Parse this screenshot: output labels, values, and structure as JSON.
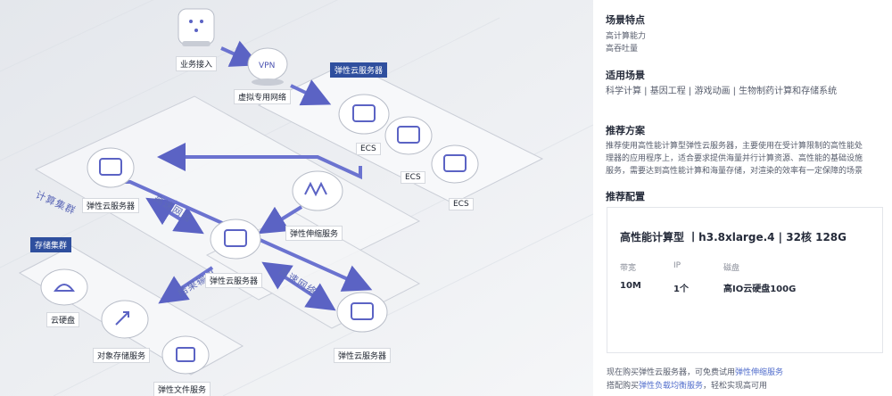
{
  "diagram": {
    "nodes": {
      "business_access": "业务接入",
      "vpn": "虚拟专用网络",
      "ecs_a": "ECS",
      "ecs_b": "ECS",
      "ecs_c": "ECS",
      "ecs_group_top": "弹性云服务器",
      "cluster_ecs": "弹性云服务器",
      "autoscaling": "弹性伸缩服务",
      "center_ecs": "弹性云服务器",
      "bottom_ecs": "弹性云服务器",
      "cloud_disk": "云硬盘",
      "obs": "对象存储服务",
      "sfs": "弹性文件服务"
    },
    "vpn_icon_text": "VPN",
    "tags": {
      "ecs_group": "弹性云服务器",
      "storage_cluster": "存储集群"
    },
    "zones": {
      "compute_cluster": "计算集群"
    },
    "flow_labels": {
      "highspeed_1": "高速网络",
      "highspeed_2": "高速网络",
      "result_output": "结果输出"
    }
  },
  "panel": {
    "features_title": "场景特点",
    "features": [
      "高计算能力",
      "高吞吐量"
    ],
    "scenarios_title": "适用场景",
    "scenarios": "科学计算 | 基因工程 | 游戏动画 | 生物制药计算和存储系统",
    "solution_title": "推荐方案",
    "solution_lines": [
      "推荐使用高性能计算型弹性云服务器，主要使用在受计算限制的高性能处",
      "理器的应用程序上，适合要求提供海量并行计算资源、高性能的基础设施",
      "服务，需要达到高性能计算和海量存储，对渲染的效率有一定保障的场景"
    ],
    "config_title": "推荐配置",
    "card": {
      "title": "高性能计算型 丨h3.8xlarge.4 | 32核 128G",
      "bandwidth_label": "带宽",
      "bandwidth_value": "10M",
      "ip_label": "IP",
      "ip_value": "1个",
      "disk_label": "磁盘",
      "disk_value": "高IO云硬盘100G"
    },
    "footer_1_prefix": "现在购买弹性云服务器，可免费试用",
    "footer_1_link": "弹性伸缩服务",
    "footer_2_prefix": "搭配购买",
    "footer_2_link": "弹性负载均衡服务",
    "footer_2_suffix": "，轻松实现高可用"
  }
}
